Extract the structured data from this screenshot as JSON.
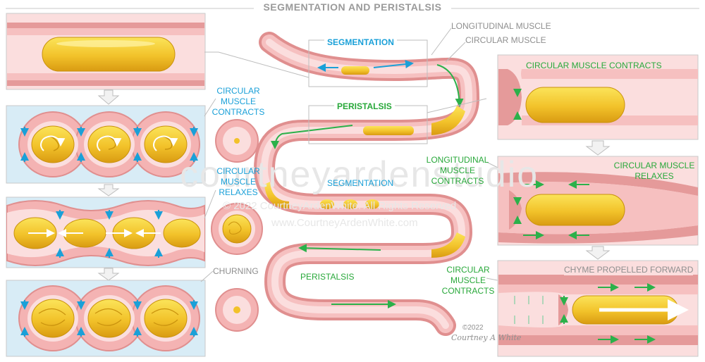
{
  "title": "SEGMENTATION AND PERISTALSIS",
  "labels": {
    "longitudinal_muscle_top": "LONGITUDINAL MUSCLE",
    "circular_muscle_top": "CIRCULAR MUSCLE",
    "segmentation_box": "SEGMENTATION",
    "peristalsis_box": "PERISTALSIS",
    "segmentation_mid": "SEGMENTATION",
    "peristalsis_low": "PERISTALSIS",
    "circular_contracts_left": "CIRCULAR\nMUSCLE\nCONTRACTS",
    "circular_relaxes_left": "CIRCULAR\nMUSCLE\nRELAXES",
    "churning": "CHURNING",
    "circular_contracts_right": "CIRCULAR MUSCLE CONTRACTS",
    "longitudinal_contracts": "LONGITUDINAL\nMUSCLE\nCONTRACTS",
    "circular_relaxes_right": "CIRCULAR MUSCLE\nRELAXES",
    "circular_contracts_mid": "CIRCULAR\nMUSCLE\nCONTRACTS",
    "chyme_forward": "CHYME PROPELLED FORWARD"
  },
  "watermark": {
    "big": "courtneyardenstudio",
    "copyright": "© 2022 CourtneyArdenWhite. All Rights Reserved",
    "url": "www.CourtneyArdenWhite.com"
  },
  "signature": {
    "year": "©2022",
    "name": "Courtney A White"
  },
  "colors": {
    "tissue": "#f4b3b3",
    "tissue_dark": "#e08f8f",
    "lumen": "#fbdede",
    "chyme": "#f2c22a",
    "blue_arrow": "#1aa0d8",
    "green_arrow": "#2bb14a",
    "title_grey": "#9a9a9a"
  }
}
